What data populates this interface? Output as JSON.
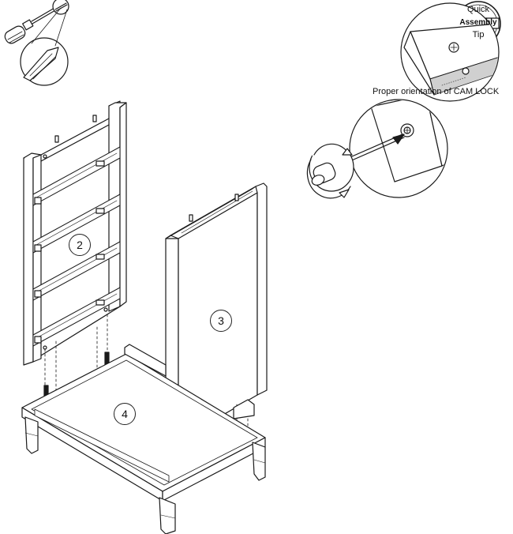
{
  "quick_tip": {
    "line1": "Quick",
    "line2": "Assembly",
    "line3": "Tip"
  },
  "cam_lock_caption": "Proper orientation of CAM LOCK",
  "part_labels": {
    "part_2": "2",
    "part_3": "3",
    "part_4": "4"
  },
  "colors": {
    "line": "#1a1a1a",
    "fill": "#ffffff",
    "shade": "#cfcfcf"
  }
}
